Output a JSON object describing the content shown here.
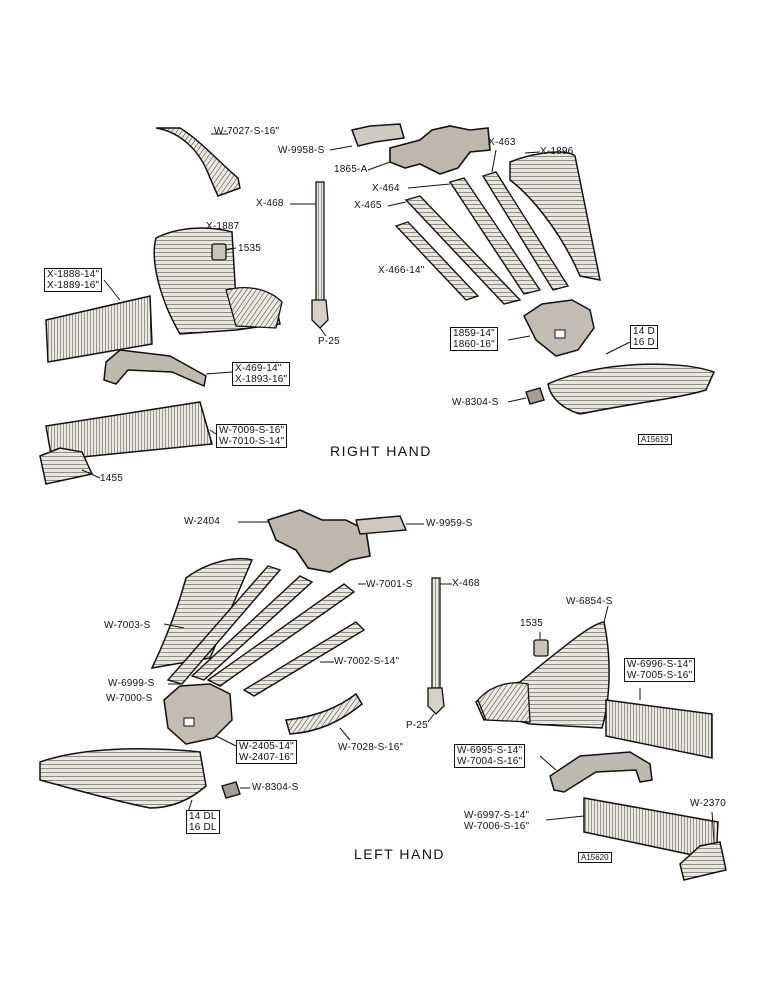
{
  "headings": {
    "right": "RIGHT HAND",
    "left": "LEFT HAND"
  },
  "figure_ids": {
    "right": "A15619",
    "left": "A15620"
  },
  "right_labels": {
    "w7027": "W-7027-S-16\"",
    "w9958": "W-9958-S",
    "x463": "X-463",
    "x1896": "X-1896",
    "p1865a": "1865-A",
    "x464": "X-464",
    "x468": "X-468",
    "x465": "X-465",
    "x1887": "X-1887",
    "p1535": "1535",
    "x466": "X-466-14\"",
    "x1888": "X-1888-14\"",
    "x1889": "X-1889-16\"",
    "p25": "P-25",
    "p1859": "1859-14\"",
    "p1860": "1860-16\"",
    "p14d": "14 D",
    "p16d": "16 D",
    "x469": "X-469-14\"",
    "x1893": "X-1893-16\"",
    "w8304": "W-8304-S",
    "w7009": "W-7009-S-16\"",
    "w7010": "W-7010-S-14\"",
    "p1455": "1455"
  },
  "left_labels": {
    "w2404": "W-2404",
    "w9959": "W-9959-S",
    "w7001": "W-7001-S",
    "x468": "X-468",
    "w6854": "W-6854-S",
    "w7003": "W-7003-S",
    "p1535": "1535",
    "w6999": "W-6999-S",
    "w7000": "W-7000-S",
    "w7002": "W-7002-S-14\"",
    "w6996": "W-6996-S-14\"",
    "w7005": "W-7005-S-16\"",
    "p25": "P-25",
    "w2405": "W-2405-14\"",
    "w2407": "W-2407-16\"",
    "w7028": "W-7028-S-16\"",
    "w6995": "W-6995-S-14\"",
    "w7004": "W-7004-S-16\"",
    "w8304": "W-8304-S",
    "p14dl": "14 DL",
    "p16dl": "16 DL",
    "w6997": "W-6997-S-14\"",
    "w7006": "W-7006-S-16\"",
    "w2370": "W-2370"
  }
}
